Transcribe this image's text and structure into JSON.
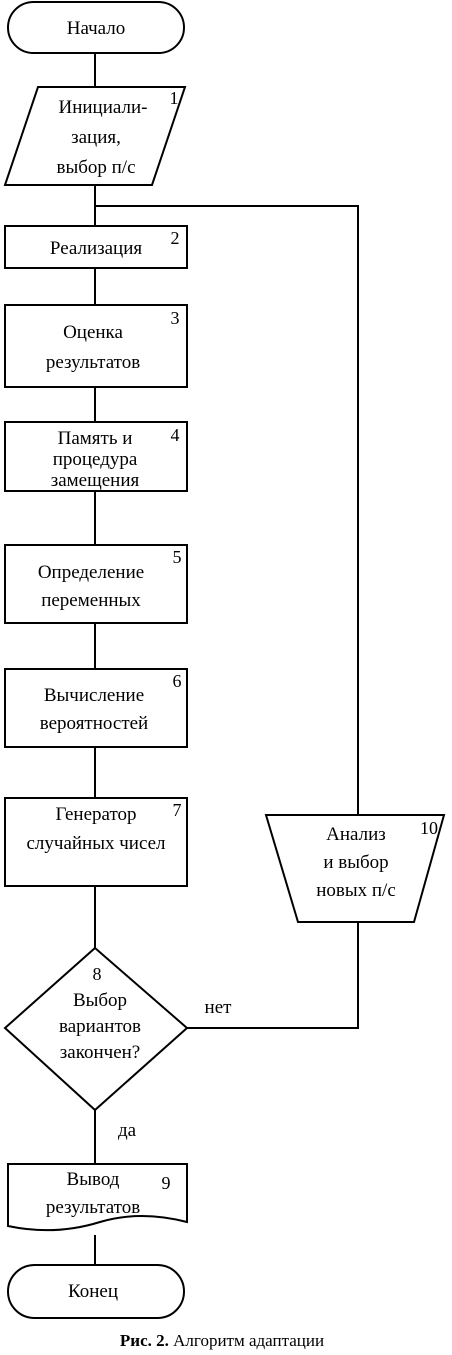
{
  "nodes": {
    "start": {
      "label": "Начало"
    },
    "n1": {
      "number": "1",
      "lines": [
        "Инициали-",
        "зация,",
        "выбор п/с"
      ]
    },
    "n2": {
      "number": "2",
      "lines": [
        "Реализация"
      ]
    },
    "n3": {
      "number": "3",
      "lines": [
        "Оценка",
        "результатов"
      ]
    },
    "n4": {
      "number": "4",
      "lines": [
        "Память и",
        "процедура",
        "замещения"
      ]
    },
    "n5": {
      "number": "5",
      "lines": [
        "Определение",
        "переменных"
      ]
    },
    "n6": {
      "number": "6",
      "lines": [
        "Вычисление",
        "вероятностей"
      ]
    },
    "n7": {
      "number": "7",
      "lines": [
        "Генератор",
        "случайных чисел"
      ]
    },
    "n8": {
      "number": "8",
      "lines": [
        "Выбор",
        "вариантов",
        "закончен?"
      ]
    },
    "n9": {
      "number": "9",
      "lines": [
        "Вывод",
        "результатов"
      ]
    },
    "n10": {
      "number": "10",
      "lines": [
        "Анализ",
        "и выбор",
        "новых п/с"
      ]
    },
    "end": {
      "label": "Конец"
    }
  },
  "edges": {
    "no_label": "нет",
    "yes_label": "да"
  },
  "caption": {
    "bold": "Рис. 2.",
    "text": " Алгоритм адаптации"
  }
}
